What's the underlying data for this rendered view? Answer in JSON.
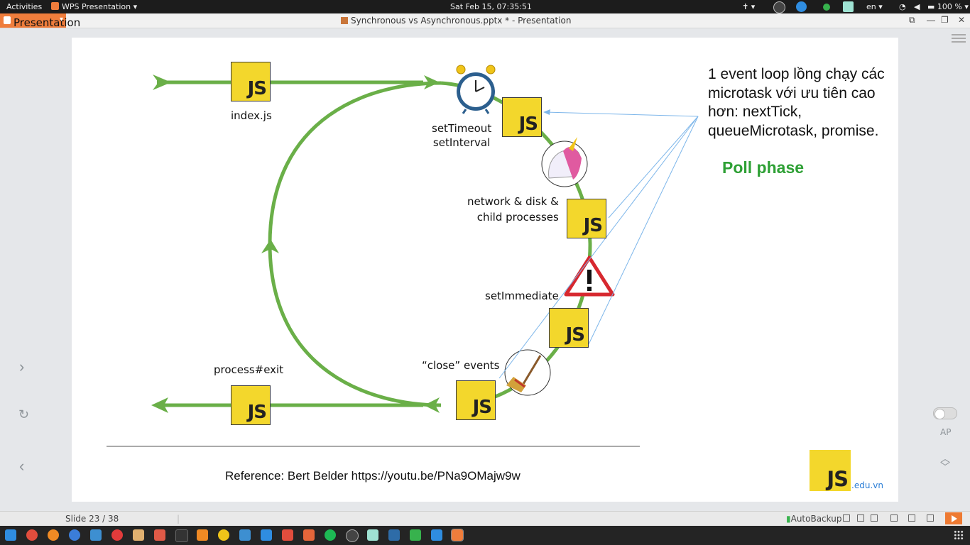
{
  "topbar": {
    "activities": "Activities",
    "app_menu": "WPS Presentation ▾",
    "clock": "Sat Feb 15, 07:35:51",
    "lang": "en ▾",
    "battery": "100 % ▾"
  },
  "wps": {
    "tab_label": "Presentation",
    "doc_title": "Synchronous vs Asynchronous.pptx * - Presentation"
  },
  "slide": {
    "labels": {
      "index": "index.js",
      "timers": "setTimeout\nsetInterval",
      "network": "network & disk &\nchild processes",
      "immediate": "setImmediate",
      "close": "“close” events",
      "exit": "process#exit"
    },
    "js_text": "JS",
    "note": "1 event loop lồng chạy các microtask với ưu tiên cao hơn: nextTick, queueMicrotask, promise.",
    "poll": "Poll phase",
    "reference": "Reference: Bert Belder https://youtu.be/PNa9OMajw9w",
    "logo_js": "JS",
    "logo_suffix": ".edu.vn",
    "colors": {
      "loop_green": "#6aaf48",
      "js_yellow": "#f3d72c",
      "poll_green": "#2ea035"
    }
  },
  "side_controls": {
    "next_icon": "chevron-right-icon",
    "refresh_icon": "refresh-icon",
    "prev_icon": "chevron-left-icon",
    "ap_label": "AP"
  },
  "status": {
    "slide_number": "Slide 23 / 38",
    "autobackup": "AutoBackup"
  },
  "dock": {
    "apps": [
      "menu-app",
      "chrome-app",
      "firefox-app",
      "thunderbird-app",
      "files-app",
      "music-app",
      "archive-app",
      "screenshot-app",
      "terminal-app",
      "sublime-app",
      "calculator-app",
      "folder-app",
      "wps-writer-app",
      "wps-pdf-app",
      "kate-app",
      "spotify-app",
      "obs-app",
      "image-viewer-app",
      "3d-app",
      "security-app",
      "vscode-app",
      "wps-presentation-app"
    ]
  }
}
